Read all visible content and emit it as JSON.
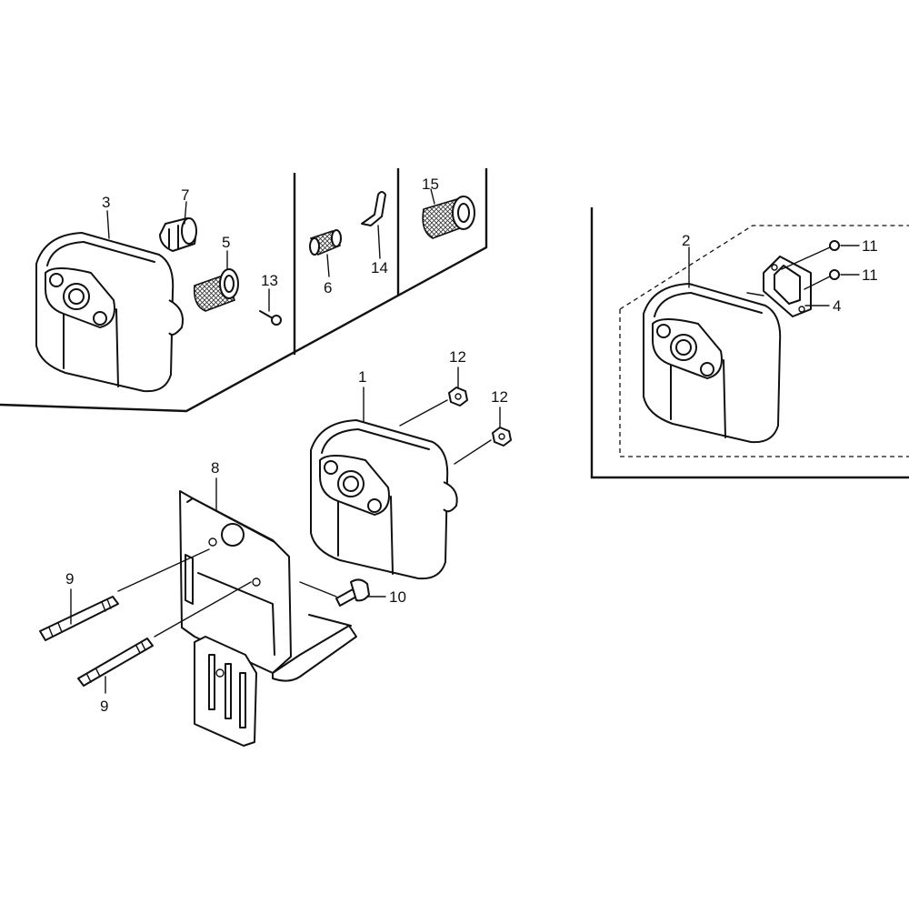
{
  "callouts": [
    {
      "id": "c3",
      "label": "3"
    },
    {
      "id": "c7",
      "label": "7"
    },
    {
      "id": "c5",
      "label": "5"
    },
    {
      "id": "c13",
      "label": "13"
    },
    {
      "id": "c6",
      "label": "6"
    },
    {
      "id": "c14",
      "label": "14"
    },
    {
      "id": "c15",
      "label": "15"
    },
    {
      "id": "c2",
      "label": "2"
    },
    {
      "id": "c11a",
      "label": "11"
    },
    {
      "id": "c11b",
      "label": "11"
    },
    {
      "id": "c4",
      "label": "4"
    },
    {
      "id": "c1",
      "label": "1"
    },
    {
      "id": "c12a",
      "label": "12"
    },
    {
      "id": "c12b",
      "label": "12"
    },
    {
      "id": "c8",
      "label": "8"
    },
    {
      "id": "c9a",
      "label": "9"
    },
    {
      "id": "c9b",
      "label": "9"
    },
    {
      "id": "c10",
      "label": "10"
    }
  ]
}
